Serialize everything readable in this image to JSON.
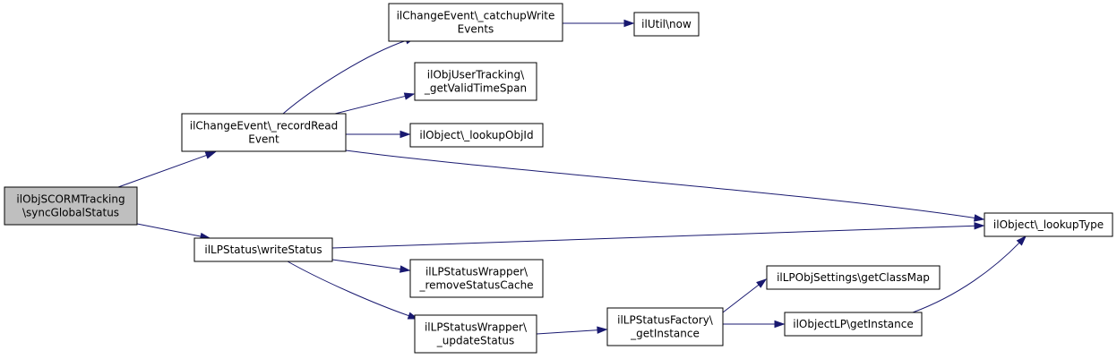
{
  "diagram": {
    "type": "call-graph",
    "colors": {
      "edge": "#191970",
      "root_fill": "#bfbfbf",
      "node_fill": "#ffffff",
      "node_border": "#000000"
    },
    "nodes": [
      {
        "id": "root",
        "lines": [
          "ilObjSCORMTracking",
          "\\syncGlobalStatus"
        ],
        "highlighted": true
      },
      {
        "id": "recordRead",
        "lines": [
          "ilChangeEvent\\_recordRead",
          "Event"
        ]
      },
      {
        "id": "writeStatus",
        "lines": [
          "ilLPStatus\\writeStatus"
        ]
      },
      {
        "id": "catchup",
        "lines": [
          "ilChangeEvent\\_catchupWrite",
          "Events"
        ]
      },
      {
        "id": "now",
        "lines": [
          "ilUtil\\now"
        ]
      },
      {
        "id": "validTime",
        "lines": [
          "ilObjUserTracking\\",
          "_getValidTimeSpan"
        ]
      },
      {
        "id": "lookupObjId",
        "lines": [
          "ilObject\\_lookupObjId"
        ]
      },
      {
        "id": "lookupType",
        "lines": [
          "ilObject\\_lookupType"
        ]
      },
      {
        "id": "removeCache",
        "lines": [
          "ilLPStatusWrapper\\",
          "_removeStatusCache"
        ]
      },
      {
        "id": "updateStatus",
        "lines": [
          "ilLPStatusWrapper\\",
          "_updateStatus"
        ]
      },
      {
        "id": "factory",
        "lines": [
          "ilLPStatusFactory\\",
          "_getInstance"
        ]
      },
      {
        "id": "classMap",
        "lines": [
          "ilLPObjSettings\\getClassMap"
        ]
      },
      {
        "id": "objectLP",
        "lines": [
          "ilObjectLP\\getInstance"
        ]
      }
    ],
    "edges": [
      {
        "from": "root",
        "to": "recordRead"
      },
      {
        "from": "root",
        "to": "writeStatus"
      },
      {
        "from": "recordRead",
        "to": "catchup"
      },
      {
        "from": "recordRead",
        "to": "validTime"
      },
      {
        "from": "recordRead",
        "to": "lookupObjId"
      },
      {
        "from": "recordRead",
        "to": "lookupType"
      },
      {
        "from": "catchup",
        "to": "now"
      },
      {
        "from": "writeStatus",
        "to": "lookupType"
      },
      {
        "from": "writeStatus",
        "to": "removeCache"
      },
      {
        "from": "writeStatus",
        "to": "updateStatus"
      },
      {
        "from": "updateStatus",
        "to": "factory"
      },
      {
        "from": "factory",
        "to": "classMap"
      },
      {
        "from": "factory",
        "to": "objectLP"
      },
      {
        "from": "objectLP",
        "to": "lookupType"
      }
    ]
  }
}
